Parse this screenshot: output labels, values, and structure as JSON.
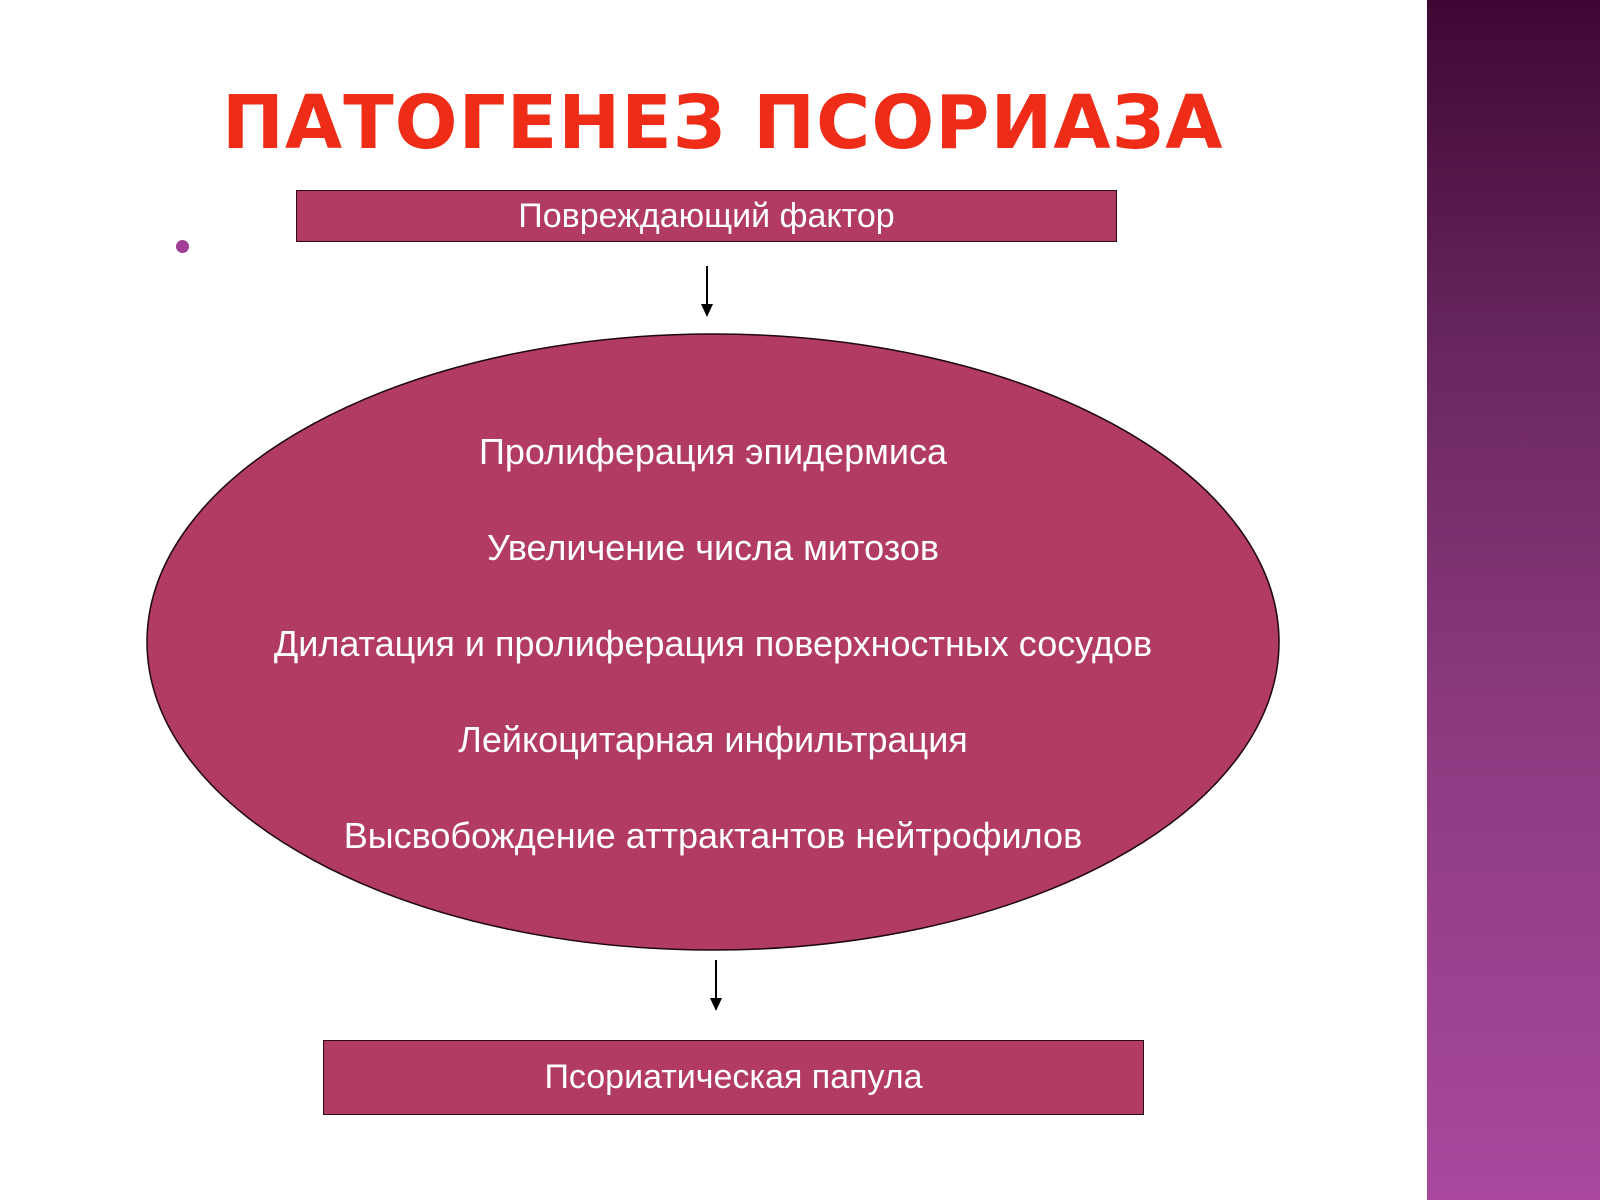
{
  "title": "ПАТОГЕНЕЗ ПСОРИАЗА",
  "top_box": "Повреждающий фактор",
  "ellipse_items": [
    "Пролиферация эпидермиса",
    "Увеличение числа митозов",
    "Дилатация и пролиферация поверхностных сосудов",
    "Лейкоцитарная инфильтрация",
    "Высвобождение аттрактантов нейтрофилов"
  ],
  "bottom_box": "Псориатическая папула",
  "colors": {
    "title": "#ef2c17",
    "shape_fill": "#b13b62",
    "side_gradient_top": "#3e0833",
    "side_gradient_bottom": "#a9489d",
    "bullet": "#a23d95"
  }
}
